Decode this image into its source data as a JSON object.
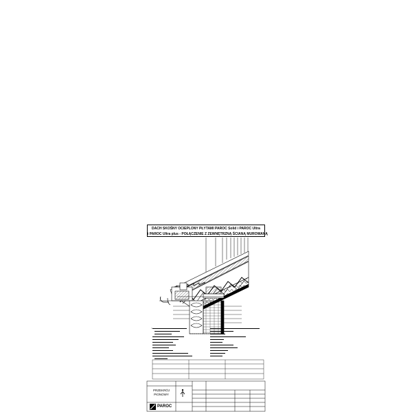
{
  "title": {
    "line1": "DACH SKOŚNY OCIEPLONY PŁYTAMI PAROC Solid i PAROC Ultra",
    "line2": "i PAROC Ultra plus - POŁĄCZENIE Z ZEWNĘTRZNĄ ŚCIANĄ MUROWANĄ"
  },
  "title_block": {
    "drawing_name_line1": "PRZEKRÓJ",
    "drawing_name_line2": "PIONOWY",
    "brand": "PAROC"
  },
  "colors": {
    "line": "#000000",
    "insulation_hatch": "#000000",
    "paper": "#ffffff"
  }
}
